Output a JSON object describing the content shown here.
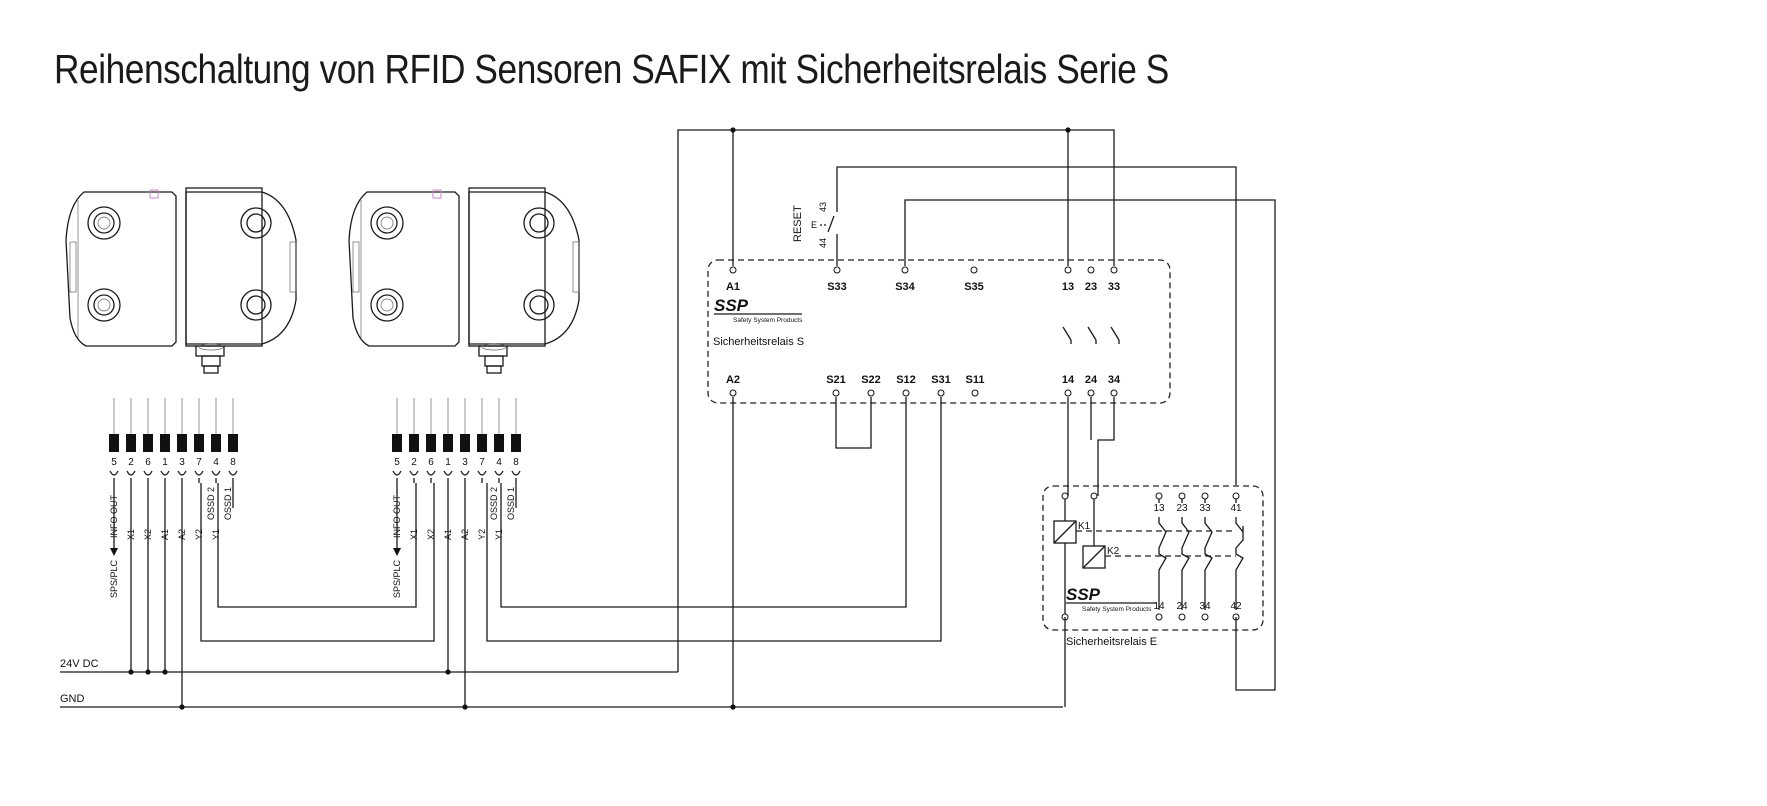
{
  "title": "Reihenschaltung von RFID Sensoren SAFIX mit Sicherheitsrelais Serie S",
  "rails": {
    "power": "24V DC",
    "ground": "GND"
  },
  "sensor_pins": [
    "5",
    "2",
    "6",
    "1",
    "3",
    "7",
    "4",
    "8"
  ],
  "sensor_signals": [
    "INFO OUT",
    "X1",
    "X2",
    "A1",
    "A2",
    "Y2",
    "Y1"
  ],
  "ossd_labels": {
    "ossd2": "OSSD 2",
    "ossd1": "OSSD 1"
  },
  "sps_label": "SPS/PLC",
  "relay_s": {
    "name": "Sicherheitsrelais S",
    "top_terminals": [
      "A1",
      "S33",
      "S34",
      "S35",
      "13",
      "23",
      "33"
    ],
    "bottom_terminals": [
      "A2",
      "S21",
      "S22",
      "S12",
      "S31",
      "S11",
      "14",
      "24",
      "34"
    ]
  },
  "reset": {
    "label": "RESET",
    "contact_top": "43",
    "contact_bottom": "44",
    "actuator": "E"
  },
  "relay_e": {
    "name": "Sicherheitsrelais E",
    "top_terminals": [
      "13",
      "23",
      "33",
      "41"
    ],
    "bottom_terminals": [
      "14",
      "24",
      "34",
      "42"
    ],
    "coils": [
      "K1",
      "K2"
    ]
  },
  "logo": {
    "text": "SSP",
    "subtitle": "Safety System Products"
  }
}
